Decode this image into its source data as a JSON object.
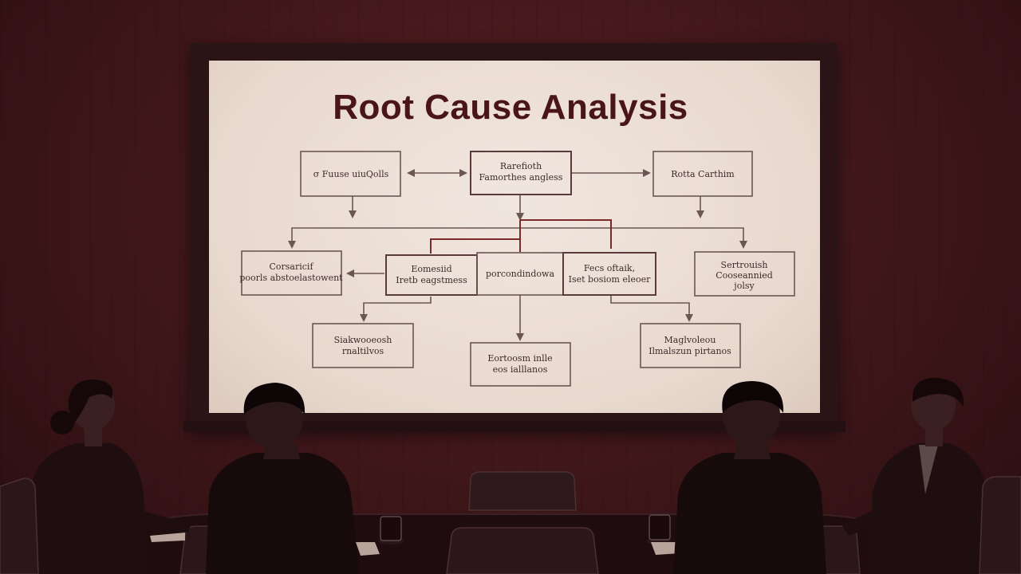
{
  "slide": {
    "title": "Root Cause Analysis",
    "boxes": [
      {
        "id": "b1",
        "lines": [
          "σ  Fuuse uiuQolls"
        ]
      },
      {
        "id": "b2",
        "lines": [
          "Rarefioth",
          "Famorthes angless"
        ]
      },
      {
        "id": "b3",
        "lines": [
          "Rotta Carthim"
        ]
      },
      {
        "id": "b4",
        "lines": [
          "Corsaricif",
          "poorls abstoelastowent"
        ]
      },
      {
        "id": "b5",
        "lines": [
          "Eomesiid",
          "Iretb eagstmess"
        ]
      },
      {
        "id": "b6",
        "lines": [
          "porcondindowa"
        ]
      },
      {
        "id": "b7",
        "lines": [
          "Fecs oftaik,",
          "Iset bosiom eleoer"
        ]
      },
      {
        "id": "b8",
        "lines": [
          "Sertrouish",
          "Cooseannied",
          "jolsy"
        ]
      },
      {
        "id": "b9",
        "lines": [
          "Siakwooeosh",
          "rnaltilvos"
        ]
      },
      {
        "id": "b10",
        "lines": [
          "Eortoosm inlle",
          "eos ialllanos"
        ]
      },
      {
        "id": "b11",
        "lines": [
          "Maglvoleou",
          "Ilmalszun pirtanos"
        ]
      }
    ]
  },
  "colors": {
    "wall": "#3e1619",
    "screen": "#ede1d8",
    "title": "#4a1519",
    "line": "#6b5654"
  }
}
